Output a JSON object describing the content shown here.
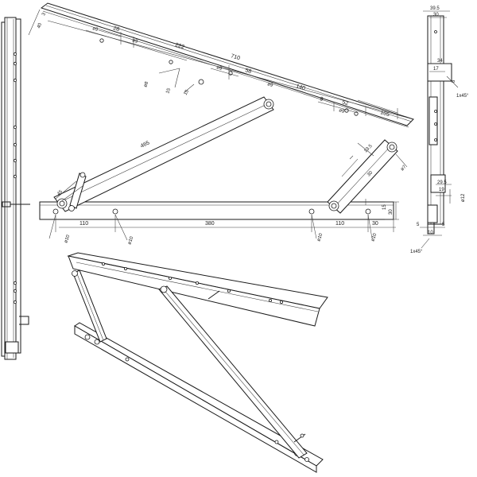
{
  "drawing": {
    "main_view": {
      "dims": {
        "len_710": "710",
        "len_222": "222",
        "len_28": "28",
        "dia9_a": "ø9",
        "dia9_b": "ø9",
        "dia9_c": "ø9",
        "dia9_d": "ø9",
        "dia9_e": "ø9",
        "len_58": "58",
        "len_140": "140",
        "len_9": "9",
        "len_52": "52",
        "len_105": "105",
        "len_3": "3",
        "len_40": "40",
        "dia8": "ø8",
        "len_15a": "15",
        "len_15b": "15",
        "len_465": "465",
        "len_135": "13.5",
        "dia7": "ø7",
        "len_30a": "30",
        "len_45": "45",
        "len_110a": "110",
        "len_380": "380",
        "len_110b": "110",
        "len_30b": "30",
        "dia10_a": "ø10",
        "dia10_b": "ø10",
        "dia10_c": "ø10",
        "dia10_d": "ø10",
        "len_30c": "30",
        "len_15c": "15"
      }
    },
    "side_view": {
      "dims": {
        "w_395": "39.5",
        "w_30": "30",
        "w_34": "34",
        "w_17": "17",
        "r_8": "8",
        "w_295": "29.5",
        "w_19": "19",
        "w_5a": "5",
        "w_5b": "5",
        "w_10": "10",
        "dia_small": "ø12"
      },
      "chamfer_top": "1x45°",
      "chamfer_bottom": "1x45°"
    }
  }
}
